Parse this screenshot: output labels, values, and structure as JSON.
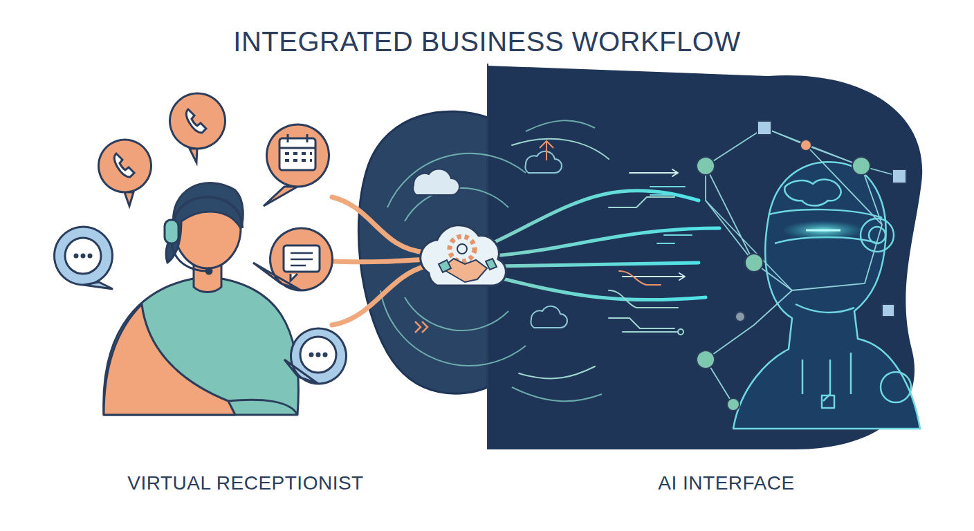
{
  "diagram": {
    "title": "INTEGRATED BUSINESS WORKFLOW",
    "labels": [
      "VIRTUAL RECEPTIONIST",
      "AI INTERFACE"
    ]
  }
}
